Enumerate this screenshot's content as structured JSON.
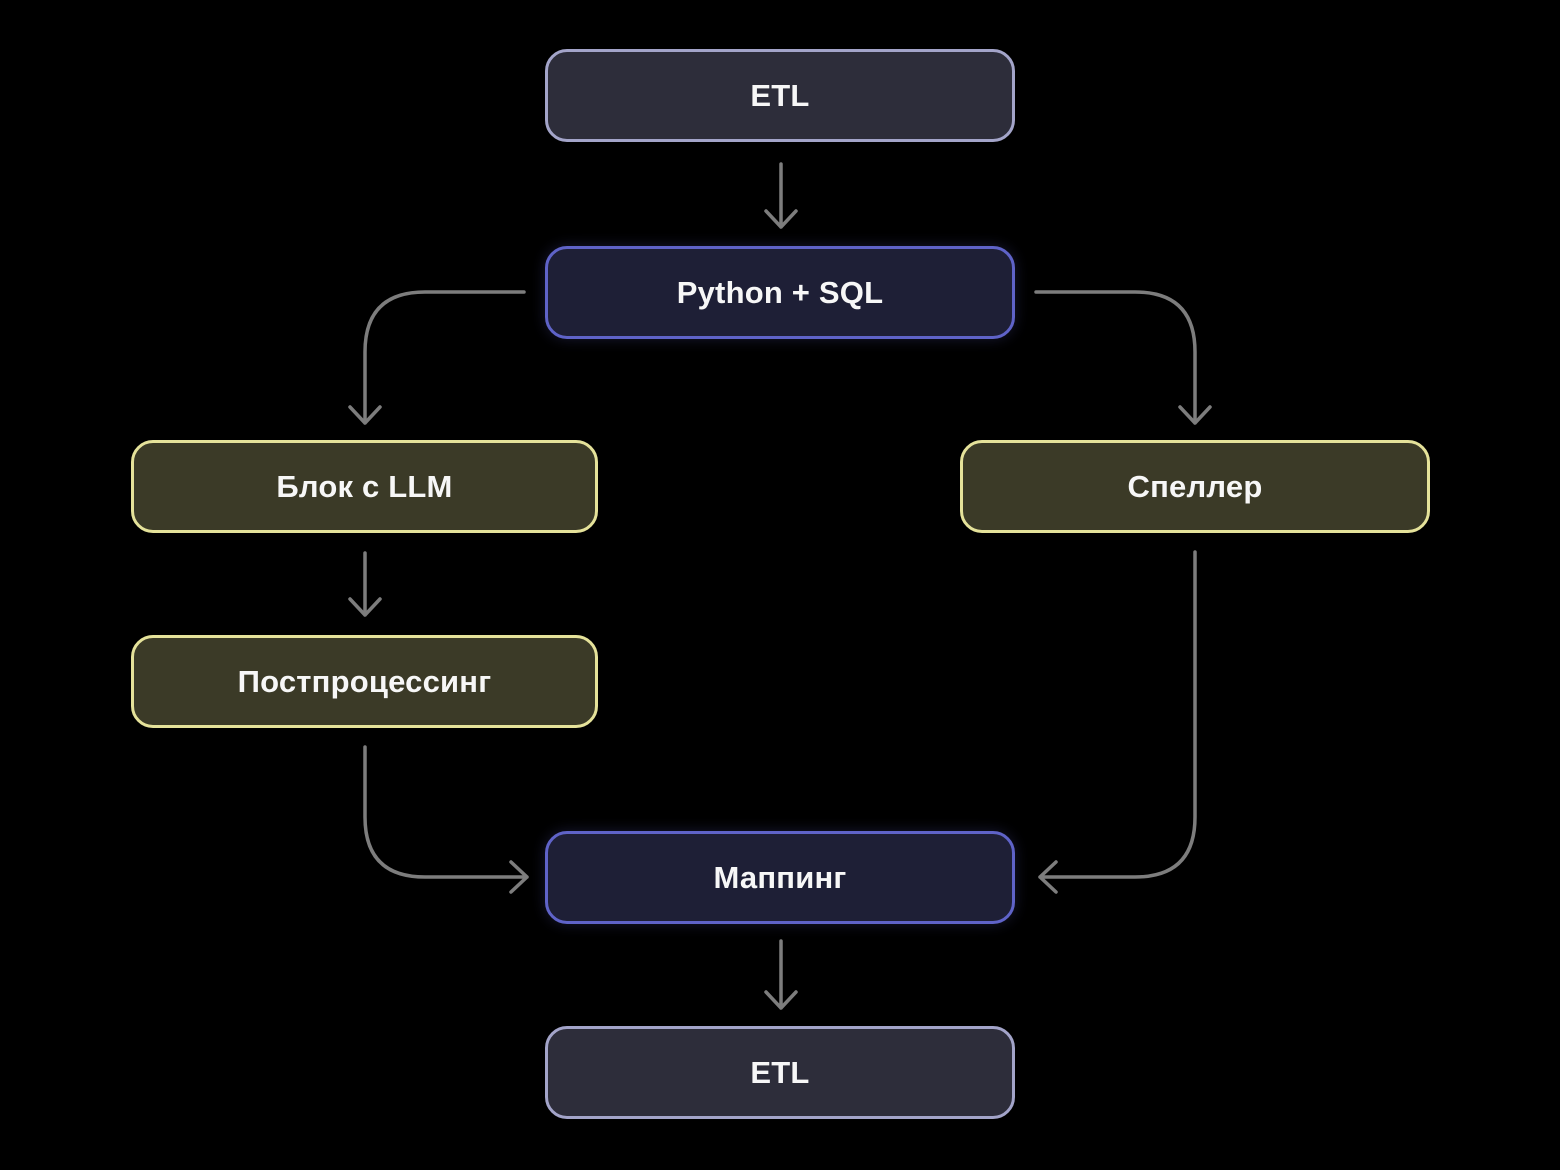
{
  "diagram": {
    "title": "ETL pipeline flowchart",
    "background": "#000000",
    "arrow_color": "#7d7d7d",
    "nodes": [
      {
        "id": "etl-top",
        "label": "ETL",
        "variant": "lavender"
      },
      {
        "id": "python-sql",
        "label": "Python + SQL",
        "variant": "indigo"
      },
      {
        "id": "llm-block",
        "label": "Блок с LLM",
        "variant": "olive"
      },
      {
        "id": "speller",
        "label": "Спеллер",
        "variant": "olive"
      },
      {
        "id": "postprocessing",
        "label": "Постпроцессинг",
        "variant": "olive"
      },
      {
        "id": "mapping",
        "label": "Маппинг",
        "variant": "indigo"
      },
      {
        "id": "etl-bottom",
        "label": "ETL",
        "variant": "lavender"
      }
    ],
    "edges": [
      {
        "from": "etl-top",
        "to": "python-sql"
      },
      {
        "from": "python-sql",
        "to": "llm-block"
      },
      {
        "from": "python-sql",
        "to": "speller"
      },
      {
        "from": "llm-block",
        "to": "postprocessing"
      },
      {
        "from": "postprocessing",
        "to": "mapping"
      },
      {
        "from": "speller",
        "to": "mapping"
      },
      {
        "from": "mapping",
        "to": "etl-bottom"
      }
    ],
    "colors": {
      "bg": "#000000",
      "arrow": "#7d7d7d",
      "text": "#f7f7f7",
      "lavender_border": "#a3a4c9",
      "lavender_fill": "#2d2d3a",
      "indigo_border": "#5f63c8",
      "indigo_fill": "#1e1f36",
      "olive_border": "#e5e29a",
      "olive_fill": "#3b3a27"
    }
  }
}
